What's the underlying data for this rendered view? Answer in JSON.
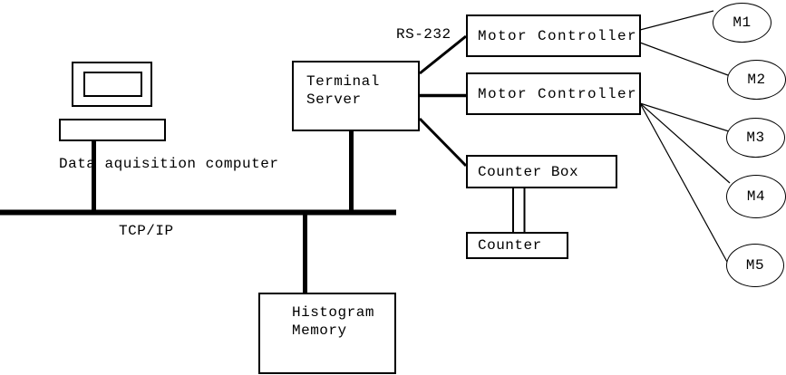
{
  "diagram": {
    "background_color": "#ffffff",
    "line_color": "#000000",
    "labels": {
      "computer": "Data aquisition computer",
      "network": "TCP/IP",
      "serial": "RS-232"
    },
    "nodes": {
      "terminal_server": "Terminal\nServer",
      "motor_controller_1": "Motor Controller",
      "motor_controller_2": "Motor Controller",
      "counter_box": "Counter Box",
      "counter": "Counter",
      "histogram_memory": "Histogram\nMemory"
    },
    "motors": [
      "M1",
      "M2",
      "M3",
      "M4",
      "M5"
    ]
  }
}
